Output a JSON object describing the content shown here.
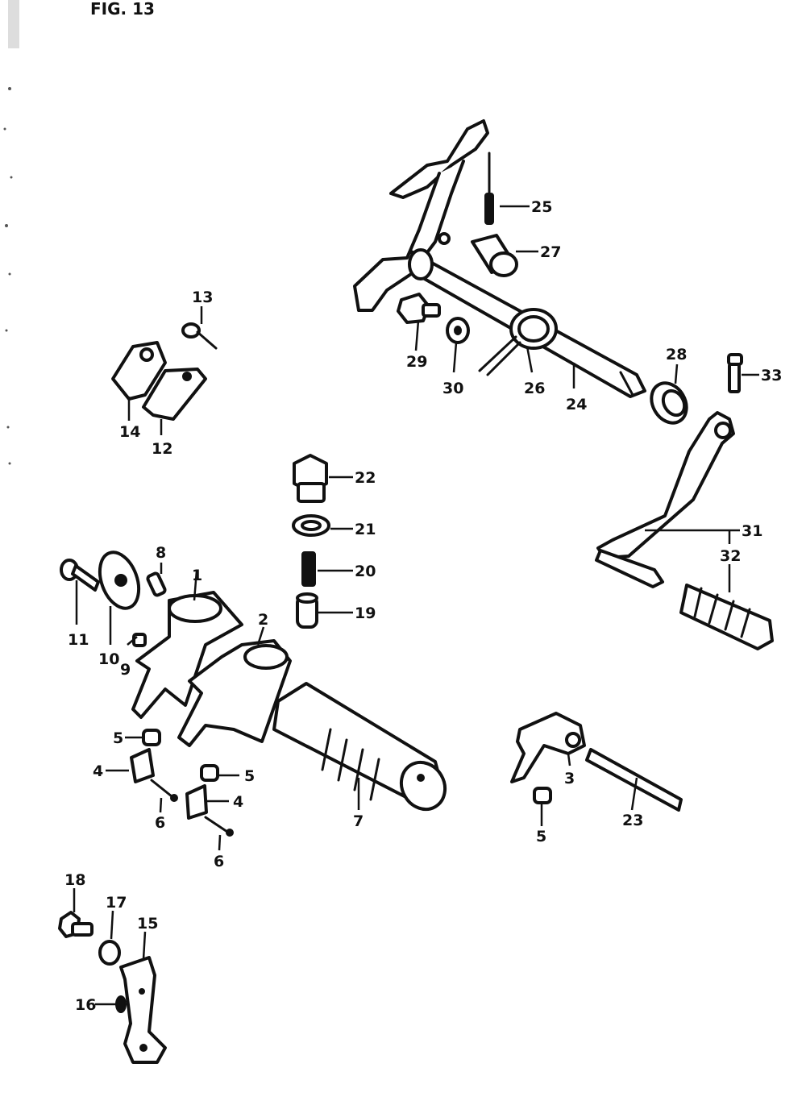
{
  "figure": {
    "title": "FIG. 13"
  },
  "callouts": [
    {
      "id": "1",
      "label": "1"
    },
    {
      "id": "2",
      "label": "2"
    },
    {
      "id": "3",
      "label": "3"
    },
    {
      "id": "4a",
      "label": "4"
    },
    {
      "id": "4b",
      "label": "4"
    },
    {
      "id": "5a",
      "label": "5"
    },
    {
      "id": "5b",
      "label": "5"
    },
    {
      "id": "5c",
      "label": "5"
    },
    {
      "id": "6a",
      "label": "6"
    },
    {
      "id": "6b",
      "label": "6"
    },
    {
      "id": "7",
      "label": "7"
    },
    {
      "id": "8",
      "label": "8"
    },
    {
      "id": "9",
      "label": "9"
    },
    {
      "id": "10",
      "label": "10"
    },
    {
      "id": "11",
      "label": "11"
    },
    {
      "id": "12",
      "label": "12"
    },
    {
      "id": "13",
      "label": "13"
    },
    {
      "id": "14",
      "label": "14"
    },
    {
      "id": "15",
      "label": "15"
    },
    {
      "id": "16",
      "label": "16"
    },
    {
      "id": "17",
      "label": "17"
    },
    {
      "id": "18",
      "label": "18"
    },
    {
      "id": "19",
      "label": "19"
    },
    {
      "id": "20",
      "label": "20"
    },
    {
      "id": "21",
      "label": "21"
    },
    {
      "id": "22",
      "label": "22"
    },
    {
      "id": "23",
      "label": "23"
    },
    {
      "id": "24",
      "label": "24"
    },
    {
      "id": "25",
      "label": "25"
    },
    {
      "id": "26",
      "label": "26"
    },
    {
      "id": "27",
      "label": "27"
    },
    {
      "id": "28",
      "label": "28"
    },
    {
      "id": "29",
      "label": "29"
    },
    {
      "id": "30",
      "label": "30"
    },
    {
      "id": "31",
      "label": "31"
    },
    {
      "id": "32",
      "label": "32"
    },
    {
      "id": "33",
      "label": "33"
    }
  ]
}
